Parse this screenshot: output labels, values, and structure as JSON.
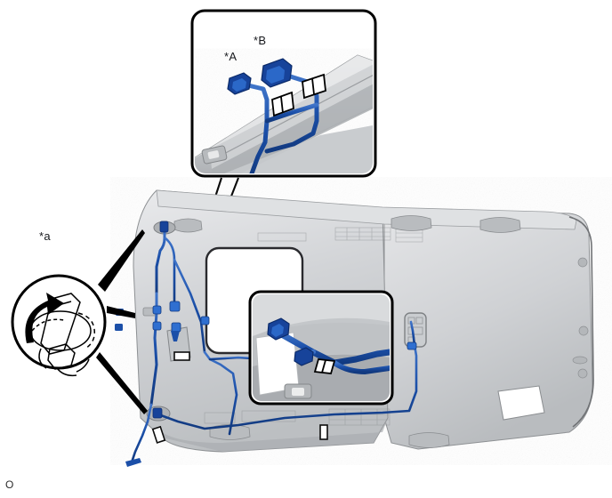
{
  "document": {
    "type": "automotive-service-illustration",
    "subject": "Roof headliner wire harness routing",
    "corner_mark": "O"
  },
  "labels": {
    "callout_a_upper": "*A",
    "callout_b_upper": "*B",
    "callout_a_lower": "*a"
  },
  "insets": {
    "top": {
      "name": "roof-rail-connector-detail",
      "labels": [
        "*A",
        "*B"
      ],
      "contents": "two blue connectors with white retaining clips on roof side rail"
    },
    "middle": {
      "name": "headliner-wire-clip-detail",
      "contents": "blue harness branch with connector and white clip on headliner"
    },
    "circle": {
      "name": "clip-rotation-detail",
      "label": "*a",
      "contents": "line-art clip with curved rotation arrow"
    }
  },
  "colors": {
    "wire_blue": "#1b4fa8",
    "wire_blue_light": "#2f6fd0",
    "connector_blue": "#17439a",
    "panel_gray": "#c9cbcd",
    "panel_gray_light": "#e2e3e5",
    "panel_gray_dark": "#9fa2a6",
    "outline": "#111111",
    "clip_white": "#ffffff"
  },
  "counts": {
    "white_clips_visible": 7,
    "blue_connectors_visible": 9
  }
}
